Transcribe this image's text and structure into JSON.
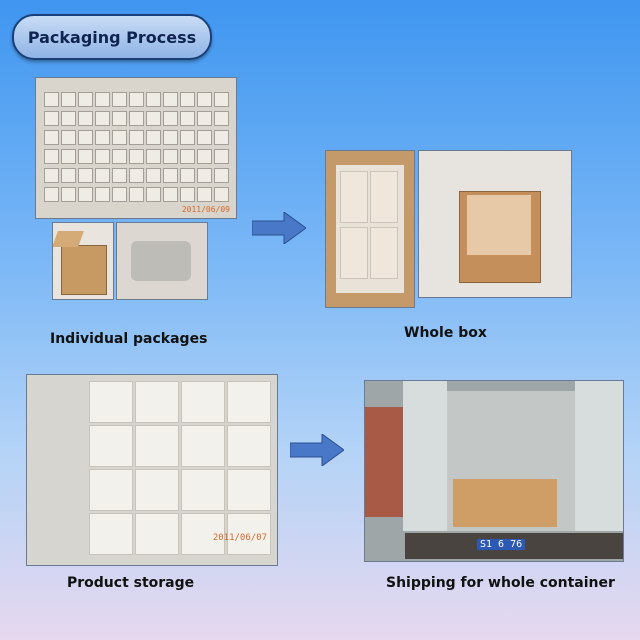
{
  "header": {
    "title": "Packaging Process"
  },
  "steps": [
    {
      "label": "Individual packages"
    },
    {
      "label": "Whole box"
    },
    {
      "label": "Product storage"
    },
    {
      "label": "Shipping for whole container"
    }
  ],
  "photos": {
    "tray_stamp": "2011/06/09",
    "storage_stamp": "2011/06/07",
    "truck_plate": "S1 6 76"
  },
  "colors": {
    "arrow": "#4a78c8",
    "title_border": "#1a3f78"
  }
}
